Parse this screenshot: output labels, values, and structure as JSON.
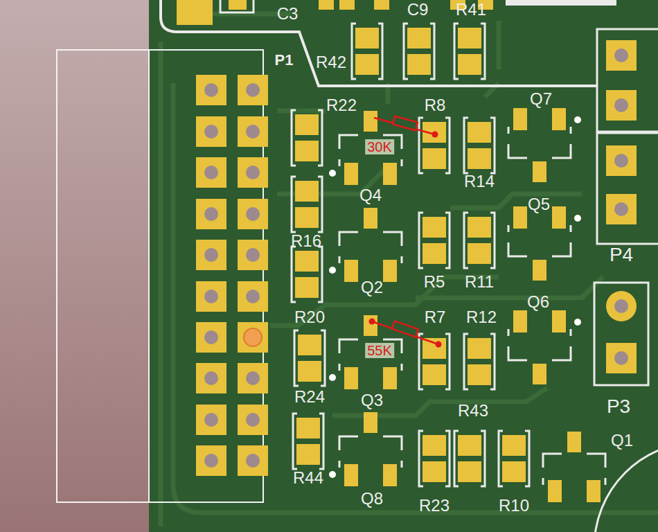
{
  "diagram": {
    "labels": [
      "C3",
      "C9",
      "R41",
      "R42",
      "P1",
      "R22",
      "R8",
      "Q7",
      "30K",
      "R14",
      "Q4",
      "Q5",
      "R16",
      "P4",
      "Q2",
      "R5",
      "R11",
      "R20",
      "R7",
      "R12",
      "Q6",
      "55K",
      "R24",
      "Q3",
      "P3",
      "R43",
      "Q1",
      "R44",
      "Q8",
      "R23",
      "R10"
    ]
  }
}
